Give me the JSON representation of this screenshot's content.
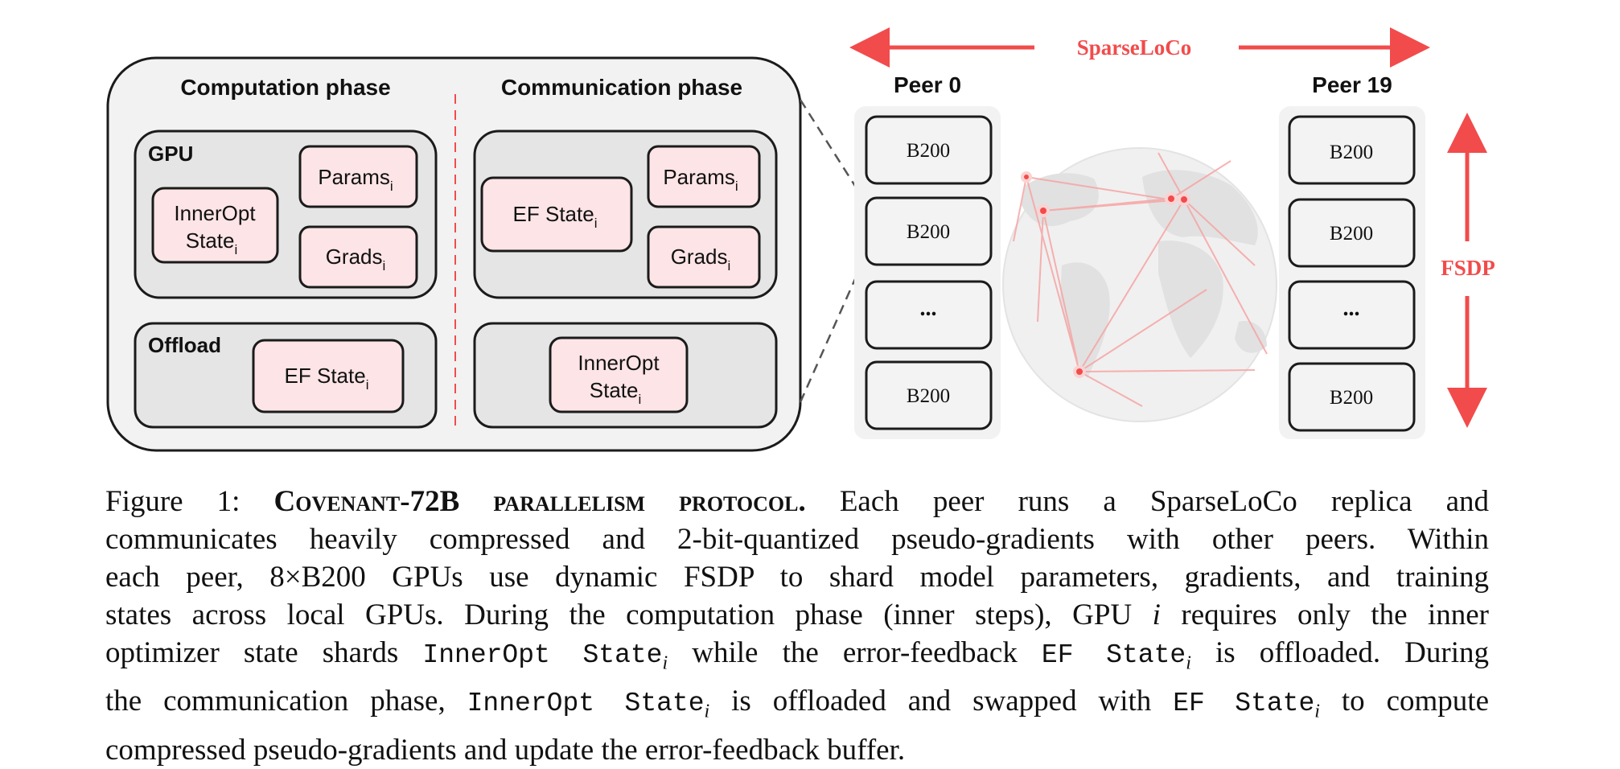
{
  "diagram": {
    "phases": {
      "computation": "Computation phase",
      "communication": "Communication phase"
    },
    "computation": {
      "gpu_label": "GPU",
      "offload_label": "Offload",
      "innerOpt": "InnerOpt",
      "state": "State",
      "params": "Params",
      "grads": "Grads",
      "ef_state": "EF State",
      "sub": "i"
    },
    "communication": {
      "ef_state": "EF State",
      "params": "Params",
      "grads": "Grads",
      "innerOpt": "InnerOpt",
      "state": "State",
      "sub": "i"
    },
    "peers": {
      "left_title": "Peer 0",
      "right_title": "Peer 19",
      "gpu_label": "B200",
      "ellipsis": "...",
      "sparseloco": "SparseLoCo",
      "fsdp": "FSDP"
    },
    "colors": {
      "accent_red": "#f24b4b",
      "pink_box": "#fde4e6",
      "panel_gray": "#efefef"
    }
  },
  "caption": {
    "lines": [
      [
        "Figure 1: ",
        "Covenant-72B parallelism protocol.",
        " Each peer runs a SparseLoCo replica and"
      ],
      "communicates heavily compressed and 2-bit-quantized pseudo-gradients with other peers. Within",
      "each peer, 8×B200 GPUs use dynamic FSDP to shard model parameters, gradients, and training",
      [
        "states across local GPUs. During the computation phase (inner steps), GPU ",
        "i",
        " requires only the inner"
      ],
      [
        "optimizer state shards ",
        "InnerOpt State",
        "i",
        " while the error-feedback ",
        "EF State",
        "i",
        " is offloaded. During"
      ],
      [
        "the communication phase, ",
        "InnerOpt State",
        "i",
        " is offloaded and swapped with ",
        "EF State",
        "i",
        " to compute"
      ],
      "compressed pseudo-gradients and update the error-feedback buffer."
    ]
  }
}
